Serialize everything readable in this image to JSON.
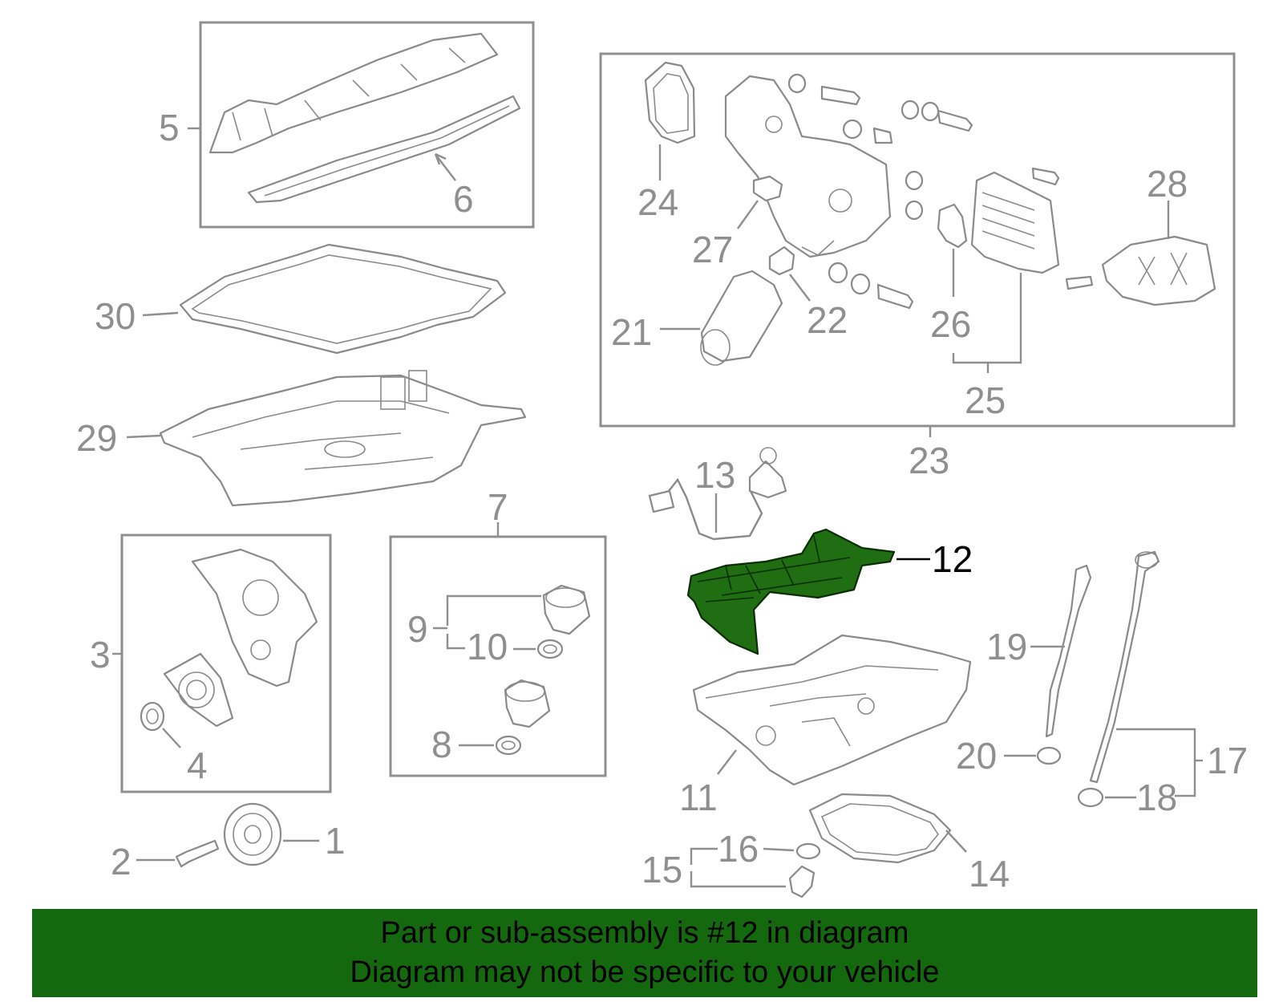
{
  "highlight": {
    "part": "12",
    "color": "#14690f"
  },
  "callouts": {
    "c1": "1",
    "c2": "2",
    "c3": "3",
    "c4": "4",
    "c5": "5",
    "c6": "6",
    "c7": "7",
    "c8": "8",
    "c9": "9",
    "c10": "10",
    "c11": "11",
    "c12": "12",
    "c13": "13",
    "c14": "14",
    "c15": "15",
    "c16": "16",
    "c17": "17",
    "c18": "18",
    "c19": "19",
    "c20": "20",
    "c21": "21",
    "c22": "22",
    "c23": "23",
    "c24": "24",
    "c25": "25",
    "c26": "26",
    "c27": "27",
    "c28": "28",
    "c29": "29",
    "c30": "30"
  },
  "banner": {
    "line1": "Part or sub-assembly is #12 in diagram",
    "line2": "Diagram may not be specific to your vehicle"
  }
}
